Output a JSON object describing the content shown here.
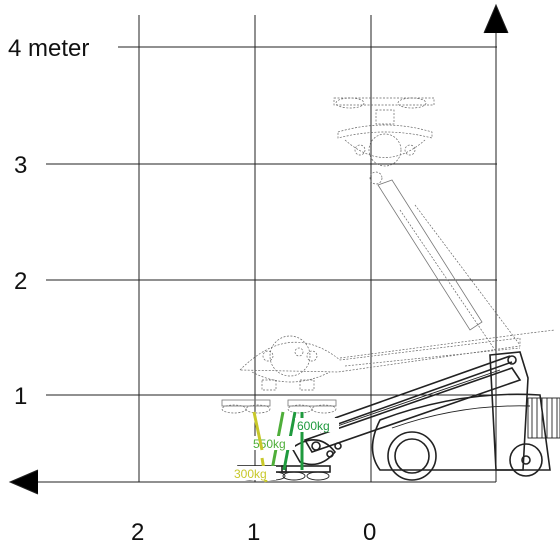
{
  "axes": {
    "y_labels": [
      "4 meter",
      "3",
      "2",
      "1"
    ],
    "x_labels": [
      "2",
      "1",
      "0"
    ]
  },
  "loads": {
    "load_600": "600kg",
    "load_550": "550kg",
    "load_300": "300kg"
  },
  "colors": {
    "grid": "#222222",
    "load_600": "#1f9a3e",
    "load_550": "#4fae3a",
    "load_300": "#c8c82a"
  }
}
